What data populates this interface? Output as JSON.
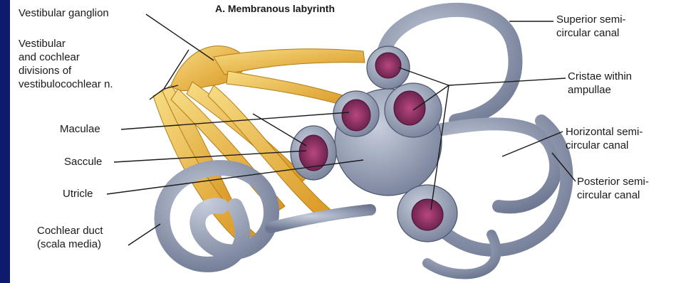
{
  "title": "A. Membranous labyrinth",
  "labels": {
    "vestibular_ganglion": "Vestibular ganglion",
    "divisions": "Vestibular\nand cochlear\ndivisions of\nvestibulocochlear n.",
    "maculae": "Maculae",
    "saccule": "Saccule",
    "utricle": "Utricle",
    "cochlear_duct": "Cochlear duct\n(scala media)",
    "superior_canal": "Superior semi-\ncircular canal",
    "cristae": "Cristae within\nampullae",
    "horizontal_canal": "Horizontal semi-\ncircular canal",
    "posterior_canal": "Posterior semi-\ncircular canal"
  },
  "colors": {
    "frame": "#0d1a6e",
    "background": "#ffffff",
    "nerve": "#e8b23c",
    "membrane": "#8a95ad",
    "sensory": "#8a2f63",
    "leader": "#1a1a1a"
  }
}
